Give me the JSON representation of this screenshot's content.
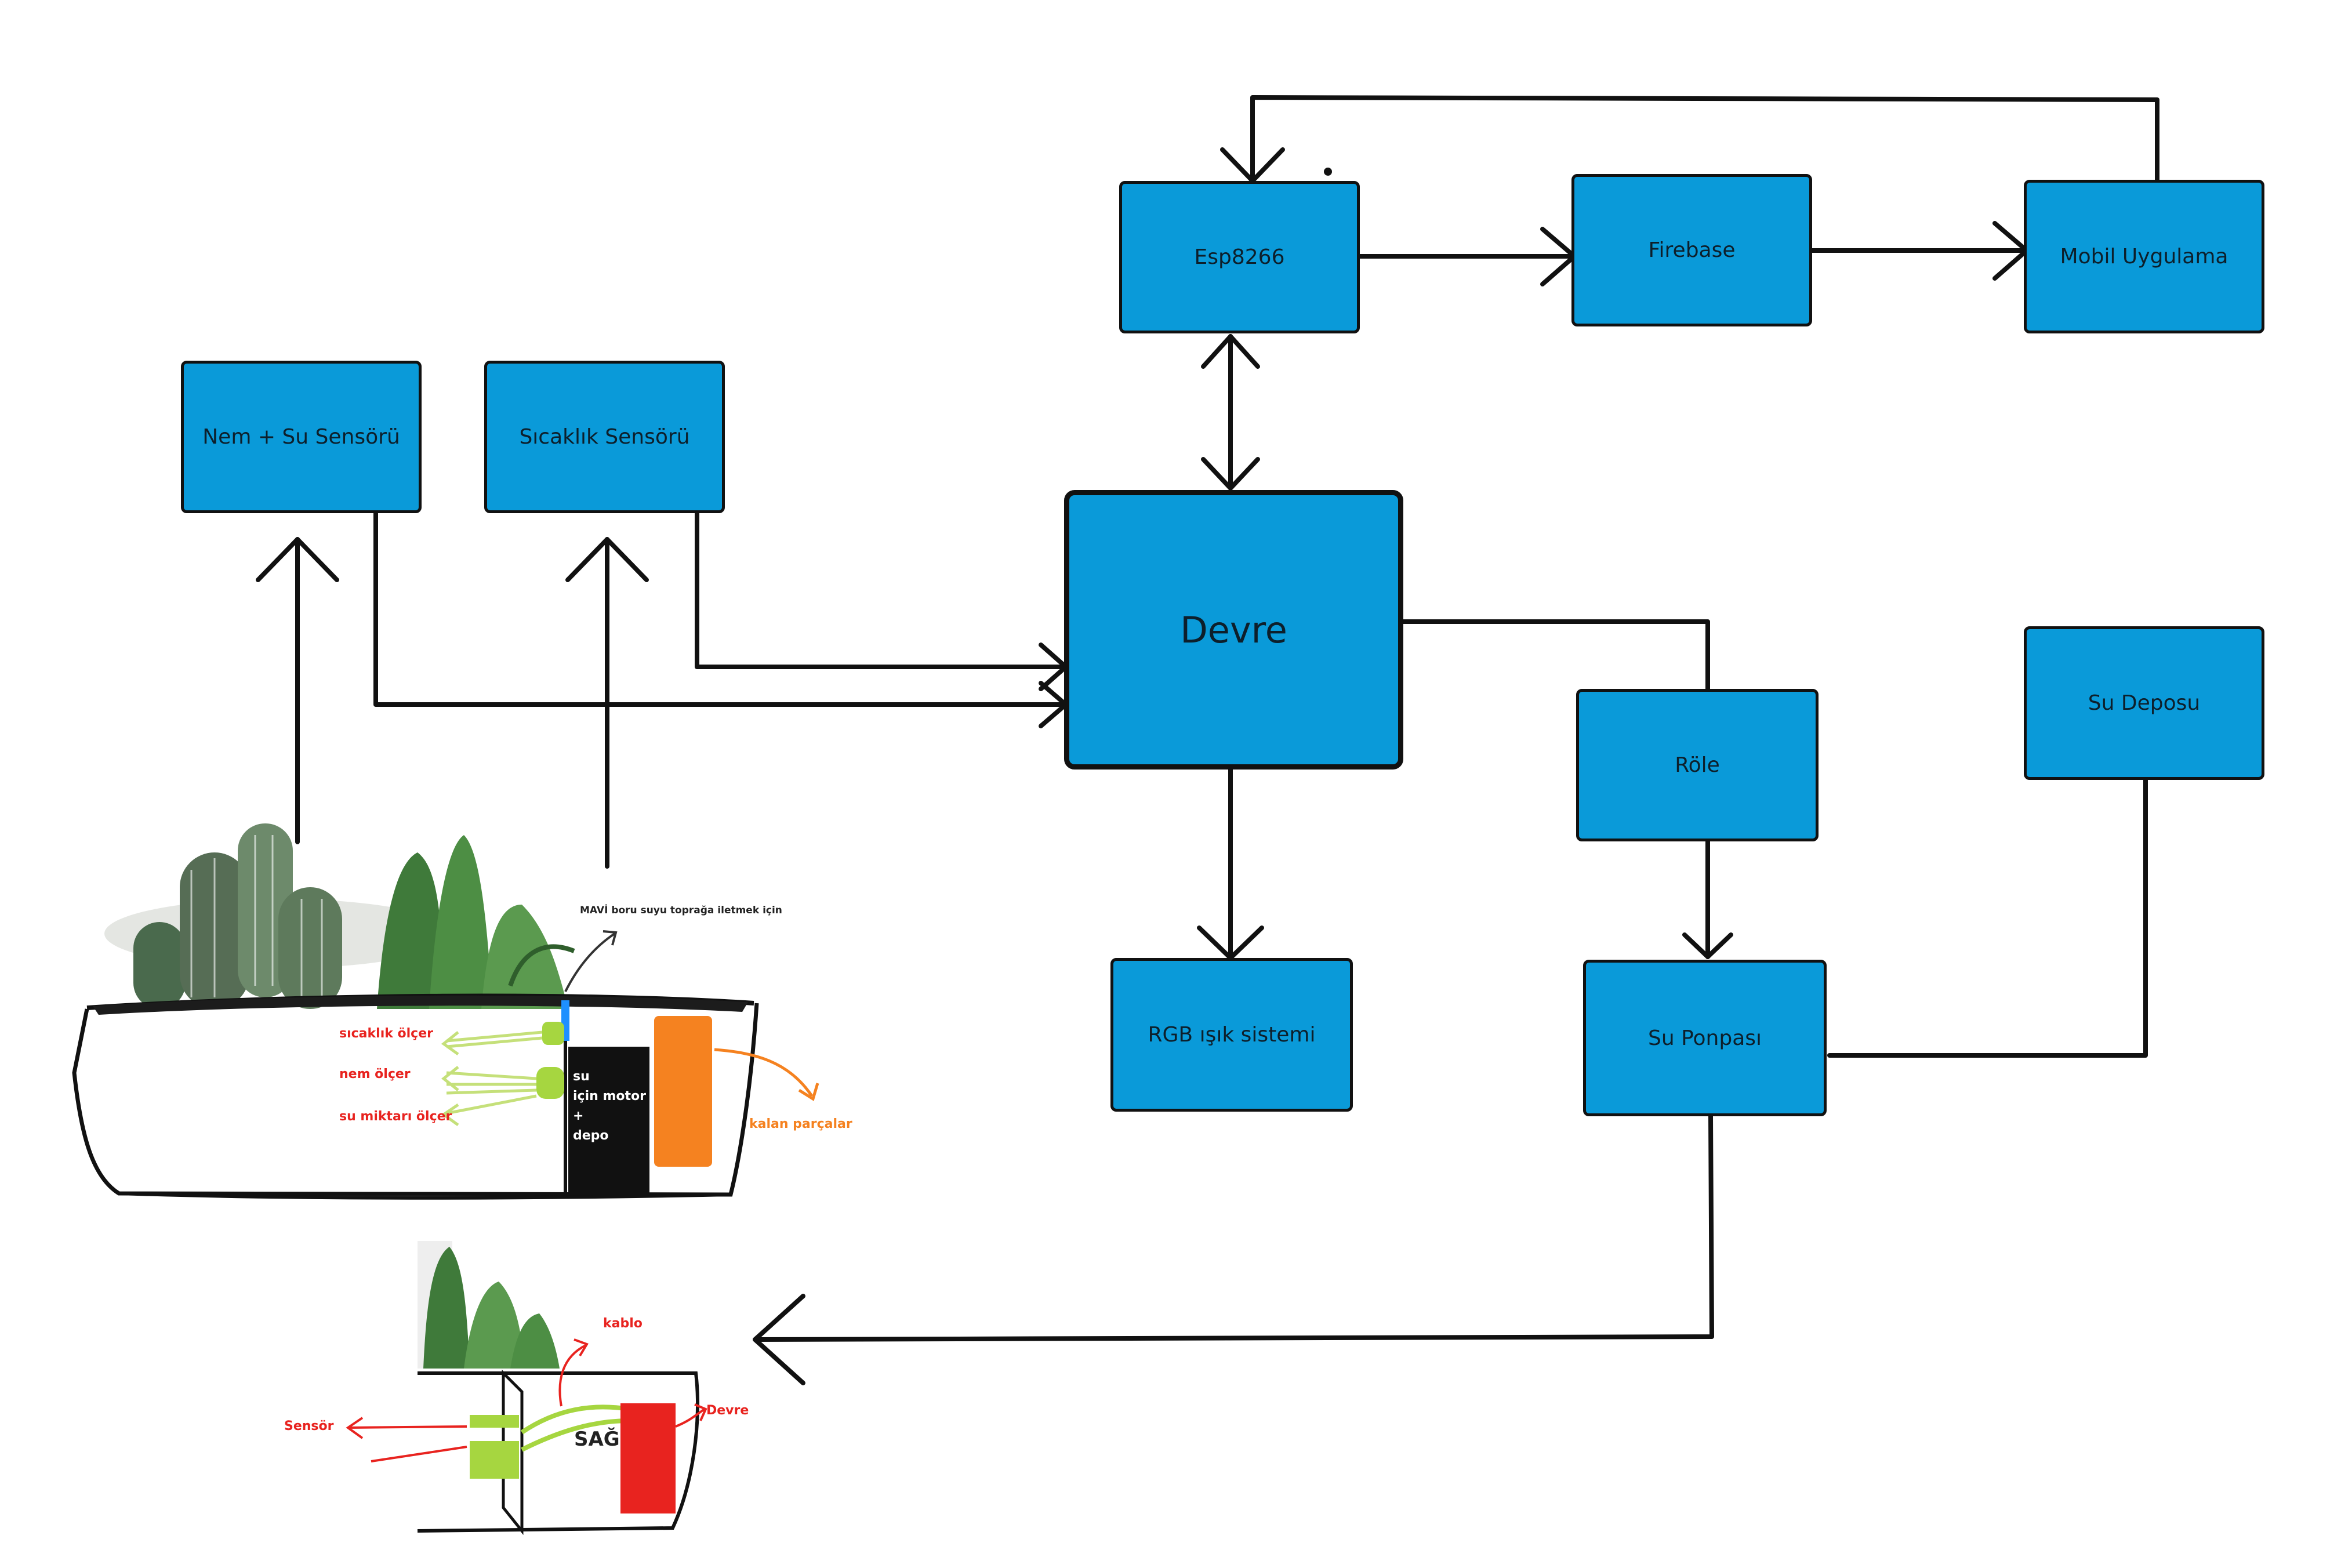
{
  "blocks": {
    "esp": "Esp8266",
    "firebase": "Firebase",
    "mobile": "Mobil Uygulama",
    "nem": "Nem + Su Sensörü",
    "sicaklik": "Sıcaklık Sensörü",
    "devre": "Devre",
    "role": "Röle",
    "depo": "Su Deposu",
    "rgb": "RGB ışık sistemi",
    "pompa": "Su Ponpası"
  },
  "pot_sketch": {
    "pipe_note": "MAVİ boru suyu toprağa iletmek için",
    "temp_meter": "sıcaklık ölçer",
    "moisture_meter": "nem ölçer",
    "water_meter": "su miktarı ölçer",
    "motor_box": [
      "su",
      "için motor",
      "+",
      "depo"
    ],
    "other_parts": "kalan parçalar"
  },
  "side_sketch": {
    "cable": "kablo",
    "sensor": "Sensör",
    "circuit": "Devre",
    "side": "SAĞ"
  },
  "colors": {
    "block_fill": "#0a9ad9",
    "annotation_red": "#e8231f",
    "annotation_orange": "#f58220",
    "sensor_green": "#a6d640",
    "pipe_blue": "#1e90ff"
  }
}
